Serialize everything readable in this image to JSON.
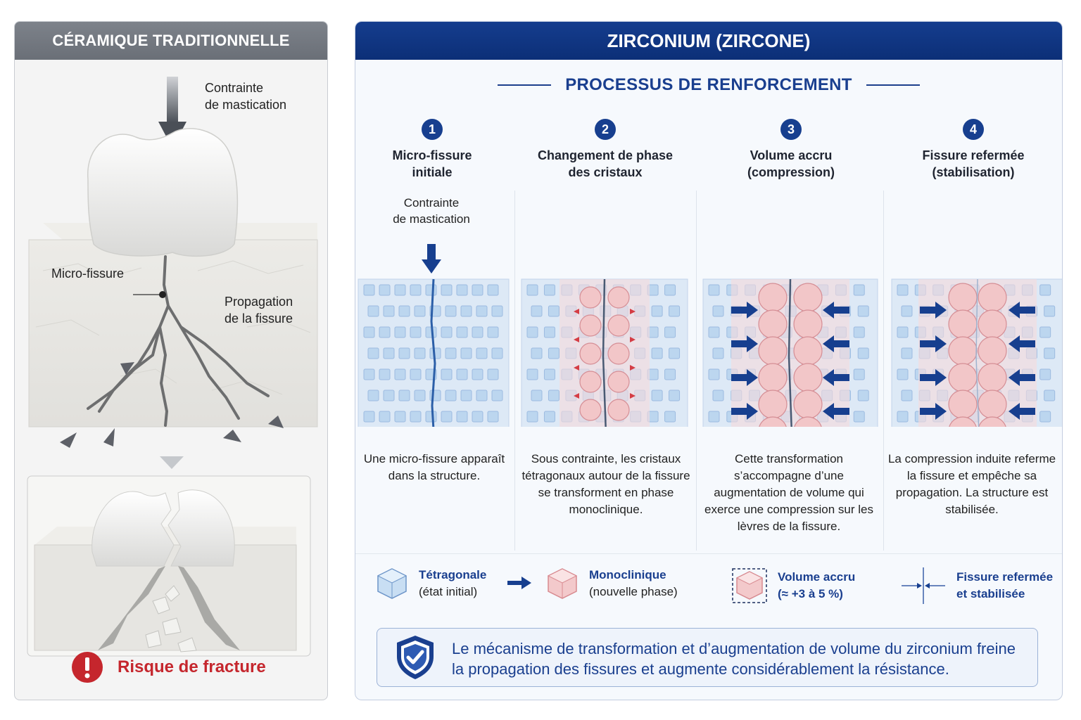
{
  "left": {
    "header": "CÉRAMIQUE TRADITIONNELLE",
    "stress_label": "Contrainte\nde mastication",
    "microfissure_label": "Micro-fissure",
    "propagation_label": "Propagation\nde la fissure",
    "danger_text": "Risque de fracture"
  },
  "right": {
    "header": "ZIRCONIUM (ZIRCONE)",
    "subtitle": "PROCESSUS DE RENFORCEMENT",
    "stress_label": "Contrainte\nde mastication",
    "steps": [
      {
        "num": "1",
        "title": "Micro-fissure\ninitiale",
        "desc": "Une micro-fissure apparaît dans la structure."
      },
      {
        "num": "2",
        "title": "Changement de phase\ndes cristaux",
        "desc": "Sous contrainte, les cristaux tétragonaux autour de la fissure se transforment en phase monoclinique."
      },
      {
        "num": "3",
        "title": "Volume accru\n(compression)",
        "desc": "Cette transformation s’accompagne d’une augmentation de volume qui exerce une compression sur les lèvres de la fissure."
      },
      {
        "num": "4",
        "title": "Fissure refermée\n(stabilisation)",
        "desc": "La compression induite referme la fissure et empêche sa propagation. La structure est stabilisée."
      }
    ],
    "legend": [
      {
        "strong": "Tétragonale",
        "sub": "(état initial)"
      },
      {
        "strong": "Monoclinique",
        "sub": "(nouvelle phase)"
      },
      {
        "strong": "Volume accru",
        "sub": "(≈ +3 à 5 %)"
      },
      {
        "strong": "Fissure refermée",
        "sub": "et stabilisée"
      }
    ],
    "summary": "Le mécanisme de transformation et d’augmentation de volume du zirconium freine la propagation des fissures et augmente considérablement la résistance."
  },
  "colors": {
    "navy": "#173f8f",
    "danger": "#c5262d",
    "tetragonal": "#bcd6ef",
    "monoclinic": "#f2c6c8"
  },
  "icons": [
    "down-arrow-icon",
    "warning-icon",
    "shield-check-icon",
    "tetragonal-cube-icon",
    "monoclinic-cube-icon",
    "volume-cube-icon",
    "closed-crack-icon"
  ]
}
